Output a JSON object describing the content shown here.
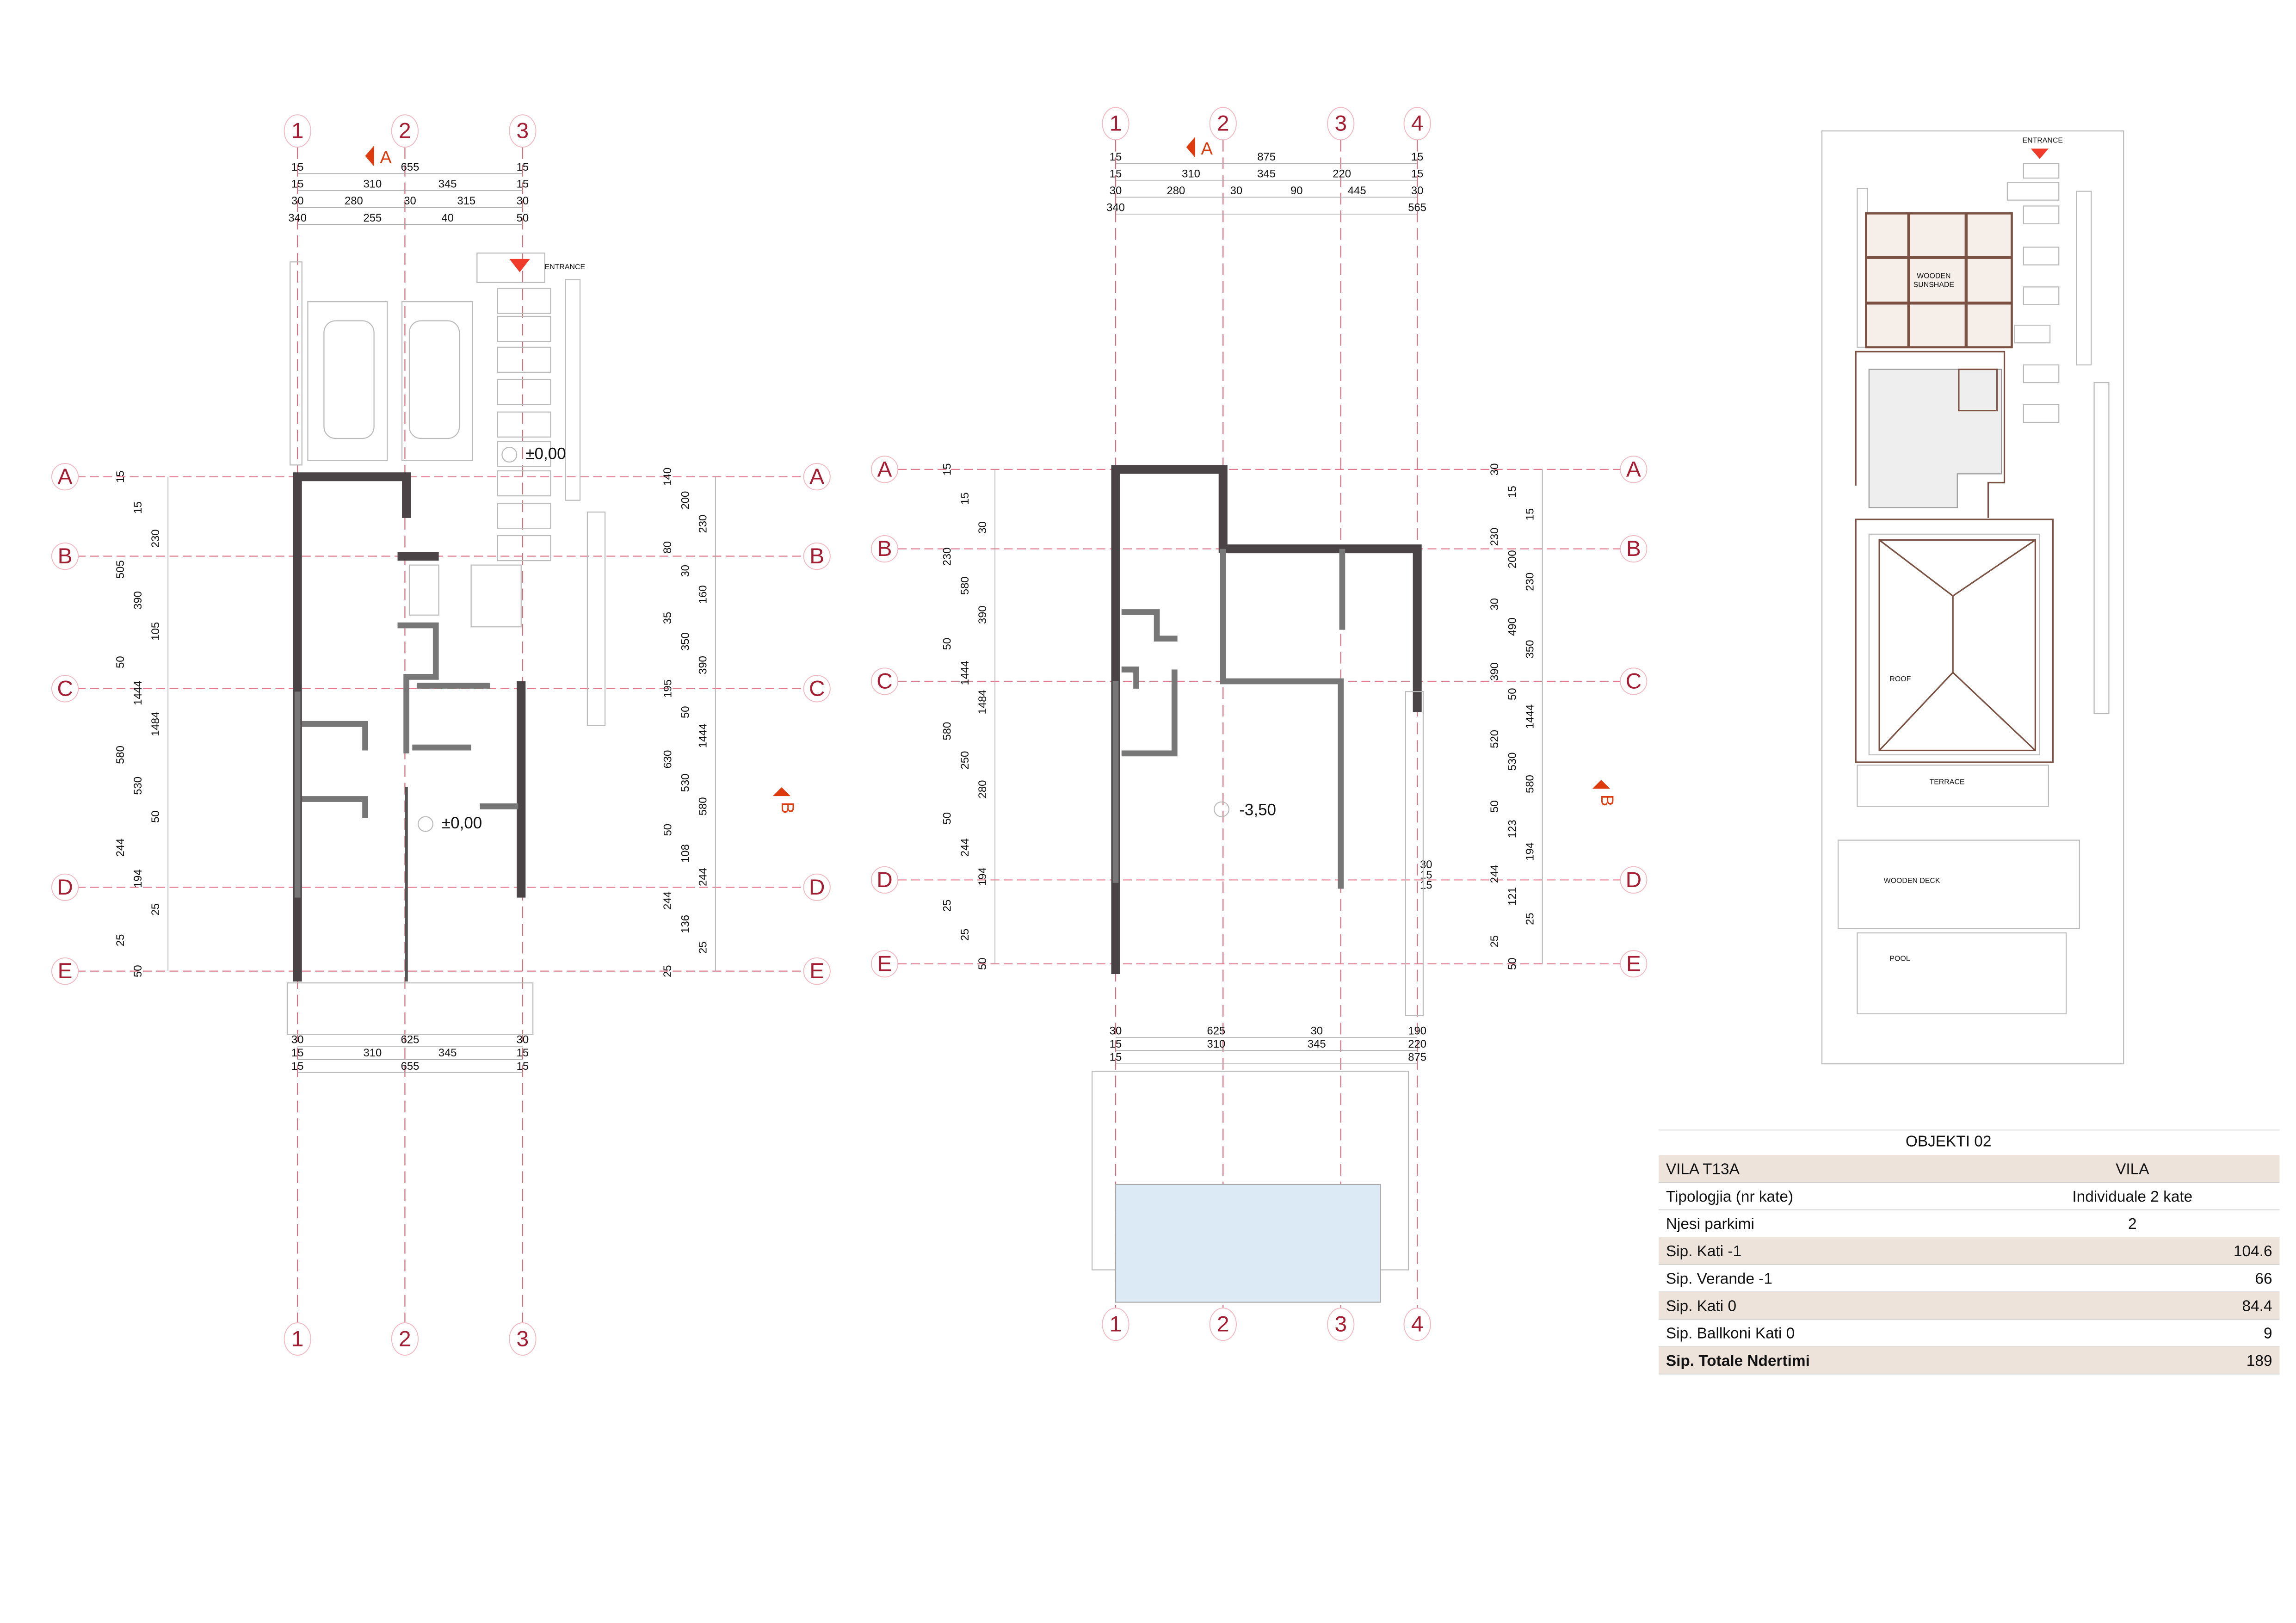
{
  "plan_ground": {
    "grid_cols": [
      "1",
      "2",
      "3"
    ],
    "grid_rows": [
      "A",
      "B",
      "C",
      "D",
      "E"
    ],
    "section_a": "A",
    "section_b": "B",
    "entrance_label": "ENTRANCE",
    "elevation_top": "±0,00",
    "elevation_main": "±0,00",
    "top_dims": {
      "row1": [
        "15",
        "655",
        "15"
      ],
      "row2": [
        "15",
        "310",
        "345",
        "15"
      ],
      "row3": [
        "30",
        "280",
        "30",
        "315",
        "30"
      ],
      "row4": [
        "340",
        "255",
        "40",
        "50"
      ]
    },
    "bottom_dims": {
      "row1": [
        "30",
        "625",
        "30"
      ],
      "row2": [
        "15",
        "310",
        "345",
        "15"
      ],
      "row3": [
        "15",
        "655",
        "15"
      ]
    },
    "left_dims": [
      "15",
      "15",
      "230",
      "505",
      "390",
      "105",
      "50",
      "1444",
      "1484",
      "580",
      "530",
      "50",
      "244",
      "194",
      "25",
      "25",
      "50"
    ],
    "right_dims": [
      "140",
      "200",
      "230",
      "80",
      "30",
      "160",
      "35",
      "350",
      "390",
      "195",
      "50",
      "1444",
      "630",
      "530",
      "580",
      "50",
      "108",
      "244",
      "244",
      "136",
      "25",
      "25"
    ]
  },
  "plan_basement": {
    "grid_cols": [
      "1",
      "2",
      "3",
      "4"
    ],
    "grid_rows": [
      "A",
      "B",
      "C",
      "D",
      "E"
    ],
    "section_a": "A",
    "section_b": "B",
    "elevation": "-3,50",
    "top_dims": {
      "row1": [
        "15",
        "875",
        "15"
      ],
      "row2": [
        "15",
        "310",
        "345",
        "220",
        "15"
      ],
      "row3": [
        "30",
        "280",
        "30",
        "90",
        "445",
        "30"
      ],
      "row4": [
        "340",
        "565"
      ]
    },
    "bottom_dims": {
      "row1": [
        "30",
        "625",
        "30",
        "190"
      ],
      "row2": [
        "15",
        "310",
        "345",
        "220"
      ],
      "row3": [
        "15",
        "875"
      ],
      "side": [
        "30",
        "15",
        "15"
      ]
    },
    "left_dims": [
      "15",
      "15",
      "30",
      "230",
      "580",
      "390",
      "50",
      "1444",
      "1484",
      "580",
      "250",
      "280",
      "50",
      "244",
      "194",
      "25",
      "25",
      "50"
    ],
    "right_dims": [
      "30",
      "15",
      "15",
      "230",
      "200",
      "230",
      "30",
      "490",
      "350",
      "390",
      "50",
      "1444",
      "520",
      "530",
      "580",
      "50",
      "123",
      "194",
      "244",
      "121",
      "25",
      "25",
      "50"
    ]
  },
  "site_plan": {
    "entrance": "ENTRANCE",
    "sunshade": [
      "WOODEN",
      "SUNSHADE"
    ],
    "roof": "ROOF",
    "terrace": "TERRACE",
    "deck": "WOODEN DECK",
    "pool": "POOL"
  },
  "table": {
    "title": "OBJEKTI 02",
    "rows": [
      {
        "label": "VILA T13A",
        "value": "VILA",
        "align": "center",
        "shaded": true,
        "bold": false
      },
      {
        "label": "Tipologjia (nr kate)",
        "value": "Individuale 2 kate",
        "align": "center",
        "shaded": false,
        "bold": false
      },
      {
        "label": "Njesi parkimi",
        "value": "2",
        "align": "center",
        "shaded": false,
        "bold": false
      },
      {
        "label": "Sip. Kati -1",
        "value": "104.6",
        "align": "right",
        "shaded": true,
        "bold": false
      },
      {
        "label": "Sip. Verande -1",
        "value": "66",
        "align": "right",
        "shaded": false,
        "bold": false
      },
      {
        "label": "Sip. Kati 0",
        "value": "84.4",
        "align": "right",
        "shaded": true,
        "bold": false
      },
      {
        "label": "Sip. Ballkoni Kati 0",
        "value": "9",
        "align": "right",
        "shaded": false,
        "bold": false
      },
      {
        "label": "Sip. Totale Ndertimi",
        "value": "189",
        "align": "right",
        "shaded": true,
        "bold": true
      }
    ]
  },
  "colors": {
    "grid": "#e07a8e",
    "bubble_text": "#a51d32",
    "wall": "#4a4446",
    "section": "#dd3a0e",
    "table_shade": "#ede3da",
    "wood": "#7a5142",
    "pool": "#dbeaf5"
  }
}
